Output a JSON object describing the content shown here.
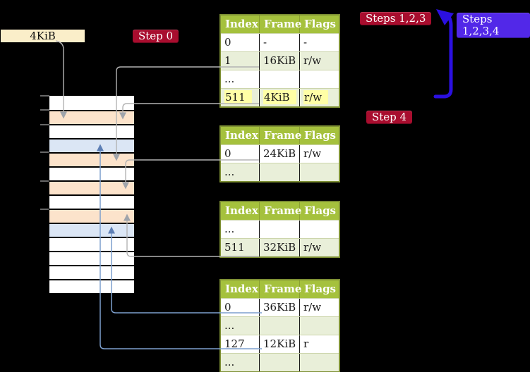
{
  "colors": {
    "background": "#000000",
    "table_header_bg": "#a5c13d",
    "table_alt_row_bg": "#e9efd9",
    "table_border": "#7e9034",
    "badge_red": "#a80d2e",
    "badge_blue": "#5228e8",
    "highlight_yellow": "#ffffa6",
    "label_cream": "#faeec9",
    "mem_white": "#ffffff",
    "mem_orange": "#fce3cb",
    "mem_blue": "#dbe6f5",
    "connector_gray": "#b3b3b3",
    "connector_blue": "#7d9fce",
    "loop_arrow_blue": "#2b10e0"
  },
  "frame_size_label": "4KiB",
  "badges": {
    "step0": "Step 0",
    "steps123": "Steps 1,2,3",
    "steps1234": "Steps 1,2,3,4",
    "step4": "Step 4"
  },
  "memory": {
    "rows": [
      "white",
      "orange",
      "white",
      "blue",
      "orange",
      "white",
      "orange",
      "white",
      "orange",
      "blue",
      "white",
      "white",
      "white",
      "white"
    ]
  },
  "tables": [
    {
      "headers": [
        "Index",
        "Frame",
        "Flags"
      ],
      "rows": [
        {
          "cells": [
            "0",
            "-",
            "-"
          ]
        },
        {
          "cells": [
            "1",
            "16KiB",
            "r/w"
          ]
        },
        {
          "cells": [
            "...",
            "",
            ""
          ]
        },
        {
          "cells": [
            "511",
            "4KiB",
            "r/w"
          ],
          "highlighted": true
        }
      ]
    },
    {
      "headers": [
        "Index",
        "Frame",
        "Flags"
      ],
      "rows": [
        {
          "cells": [
            "0",
            "24KiB",
            "r/w"
          ]
        },
        {
          "cells": [
            "...",
            "",
            ""
          ]
        }
      ]
    },
    {
      "headers": [
        "Index",
        "Frame",
        "Flags"
      ],
      "rows": [
        {
          "cells": [
            "...",
            "",
            ""
          ]
        },
        {
          "cells": [
            "511",
            "32KiB",
            "r/w"
          ]
        }
      ]
    },
    {
      "headers": [
        "Index",
        "Frame",
        "Flags"
      ],
      "rows": [
        {
          "cells": [
            "0",
            "36KiB",
            "r/w"
          ]
        },
        {
          "cells": [
            "...",
            "",
            ""
          ]
        },
        {
          "cells": [
            "127",
            "12KiB",
            "r"
          ]
        },
        {
          "cells": [
            "...",
            "",
            ""
          ]
        }
      ]
    }
  ],
  "connectors": [
    {
      "from": "frame-size-label",
      "to": "memory-frame-4KiB",
      "color": "gray"
    },
    {
      "from": "table1-row-1",
      "to": "memory-frame-16KiB",
      "color": "gray"
    },
    {
      "from": "table1-row-511",
      "to": "memory-frame-4KiB",
      "color": "gray"
    },
    {
      "from": "table2-row-0",
      "to": "memory-frame-24KiB",
      "color": "gray"
    },
    {
      "from": "table3-row-511",
      "to": "memory-frame-32KiB",
      "color": "gray"
    },
    {
      "from": "table4-row-0",
      "to": "memory-frame-36KiB",
      "color": "blue"
    },
    {
      "from": "table4-row-127",
      "to": "memory-frame-12KiB",
      "color": "blue"
    },
    {
      "from": "steps-loop",
      "to": "steps123-badge",
      "color": "loop-blue"
    }
  ]
}
